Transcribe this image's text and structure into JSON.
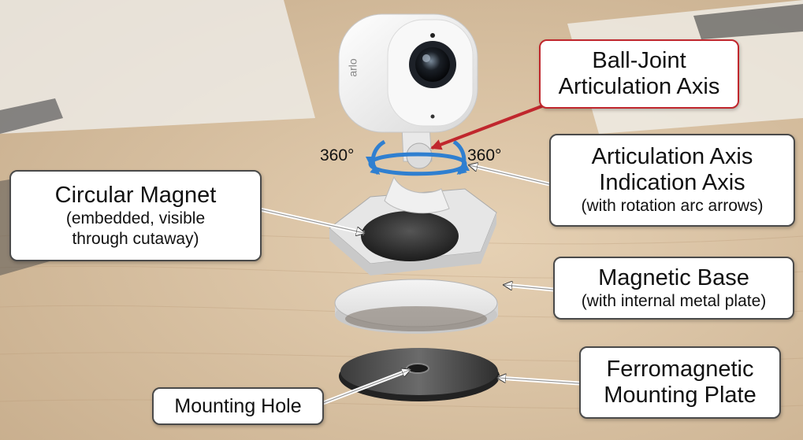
{
  "brand": "arlo",
  "rotation": {
    "left": "360°",
    "right": "360°"
  },
  "callouts": {
    "ball_joint": {
      "line1": "Ball-Joint",
      "line2": "Articulation Axis"
    },
    "articulation": {
      "line1": "Articulation Axis",
      "line2": "Indication Axis",
      "sub": "(with rotation arc arrows)"
    },
    "magnet": {
      "title": "Circular Magnet",
      "sub1": "(embedded, visible",
      "sub2": "through cutaway)"
    },
    "base": {
      "title": "Magnetic Base",
      "sub": "(with internal metal plate)"
    },
    "plate": {
      "line1": "Ferromagnetic",
      "line2": "Mounting Plate"
    },
    "hole": {
      "title": "Mounting Hole"
    }
  },
  "colors": {
    "callout_red": "#c0272d",
    "arc_blue": "#2f7fd0",
    "desk": "#d8c2a5"
  }
}
